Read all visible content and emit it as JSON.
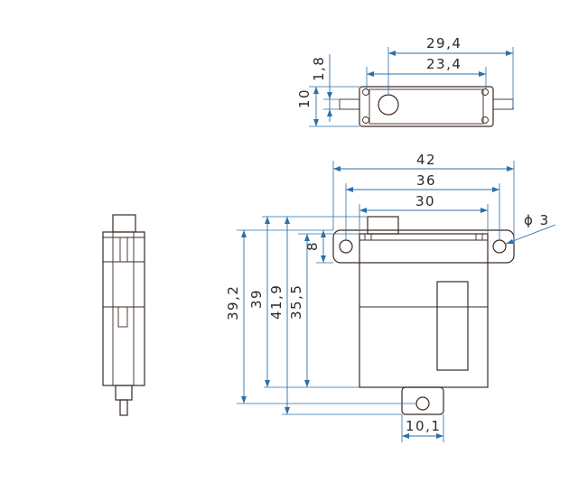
{
  "diagram": {
    "line_color_part": "#3a2a24",
    "line_color_dimension": "#2d6fa8",
    "dimensions": {
      "top_view_overall": "29,4",
      "top_view_hole_spacing": "23,4",
      "top_view_height": "10",
      "top_view_flange": "1,8",
      "front_overall_width": "42",
      "front_hole_spacing": "36",
      "front_body_width": "30",
      "hole_diameter": "ϕ 3",
      "flange_offset": "8",
      "height_to_bottom": "39,2",
      "height_body": "39",
      "height_total": "41,9",
      "height_to_shaft_center": "35,5",
      "bottom_mount_width": "10,1"
    }
  }
}
